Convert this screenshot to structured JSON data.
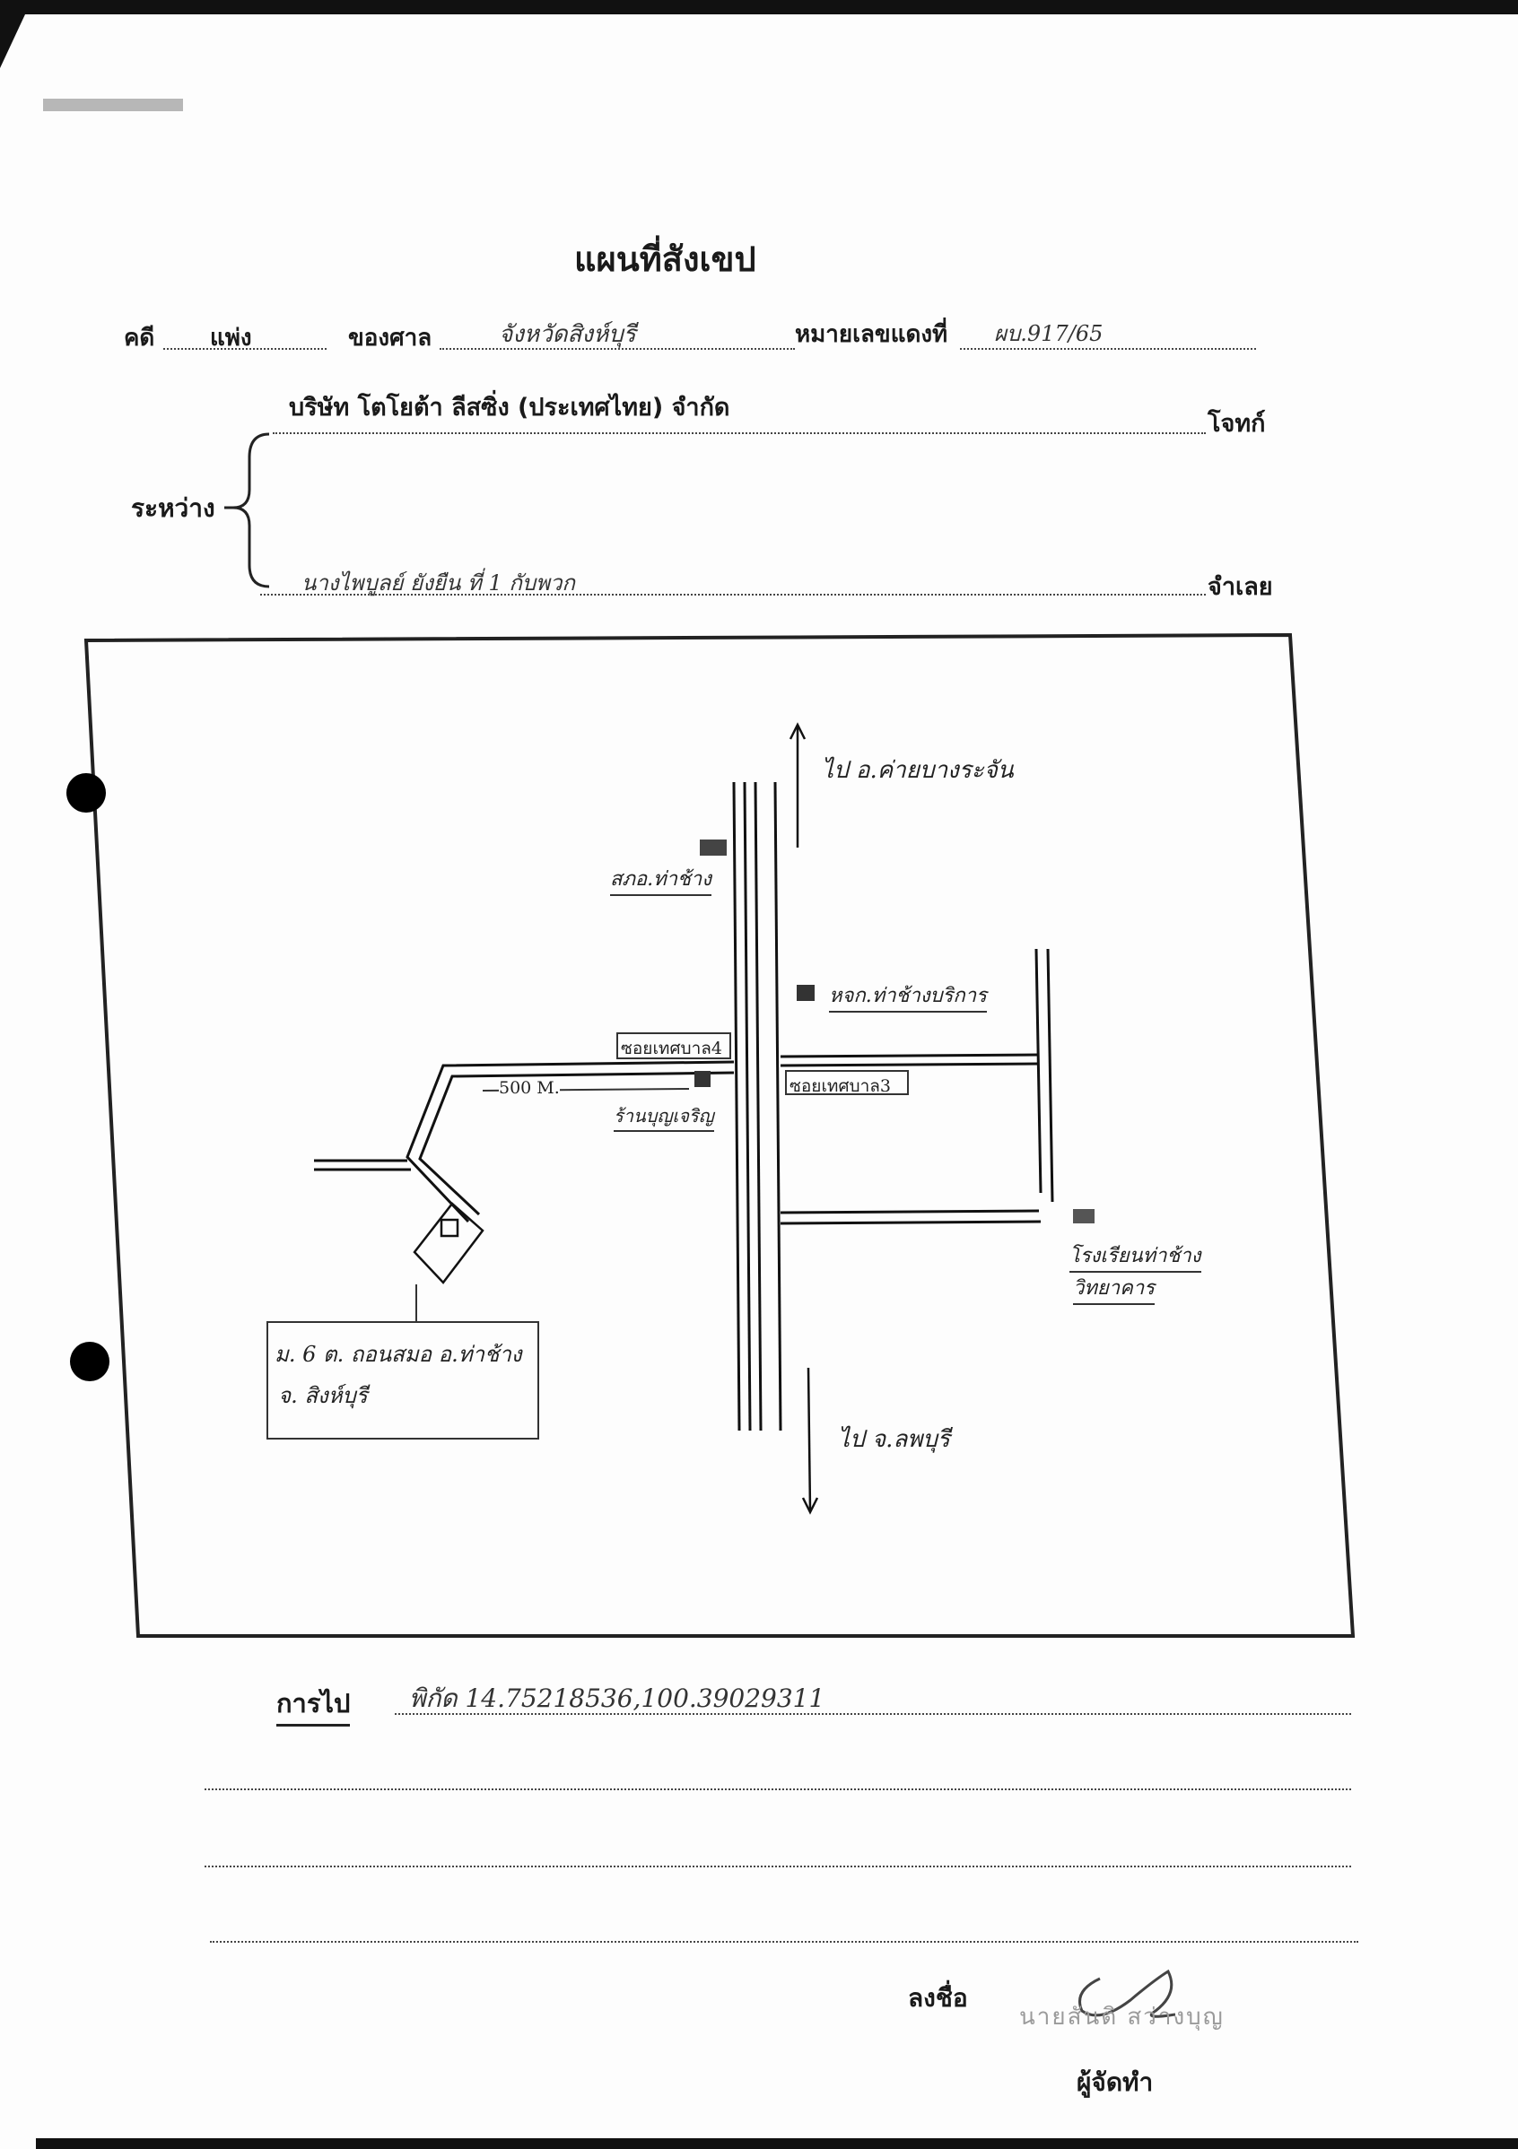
{
  "header": {
    "title": "แผนที่สังเขป",
    "case_label": "คดี",
    "case_type": "แพ่ง",
    "court_label": "ของศาล",
    "court_name": "จังหวัดสิงห์บุรี",
    "black_number_label": "หมายเลขแดงที่",
    "black_number": "ผบ.917/65"
  },
  "parties": {
    "between_label": "ระหว่าง",
    "plaintiff": "บริษัท โตโยต้า ลีสซิ่ง (ประเทศไทย) จำกัด",
    "plaintiff_label": "โจทก์",
    "defendant": "นางไพบูลย์ ยังยืน ที่ 1 กับพวก",
    "defendant_label": "จำเลย"
  },
  "map": {
    "labels": {
      "to_north": "ไป อ.ค่ายบางระจัน",
      "to_south": "ไป จ.ลพบุรี",
      "police_station": "สภอ.ท่าช้าง",
      "shop_north": "หจก.ท่าช้างบริการ",
      "soi_4": "ซอยเทศบาล4",
      "soi_3": "ซอยเทศบาล3",
      "distance": "500 M.",
      "shop_boonchareon": "ร้านบุญเจริญ",
      "school_line1": "โรงเรียนท่าช้าง",
      "school_line2": "วิทยาคาร",
      "address_line1": "ม. 6 ต. ถอนสมอ อ.ท่าช้าง",
      "address_line2": "จ. สิงห์บุรี"
    }
  },
  "footer": {
    "directions_label": "การไป",
    "coordinates": "พิกัด 14.75218536,100.39029311",
    "sign_label": "ลงชื่อ",
    "signer_name": "นายสันติ สว่างบุญ",
    "role_label": "ผู้จัดทำ"
  }
}
